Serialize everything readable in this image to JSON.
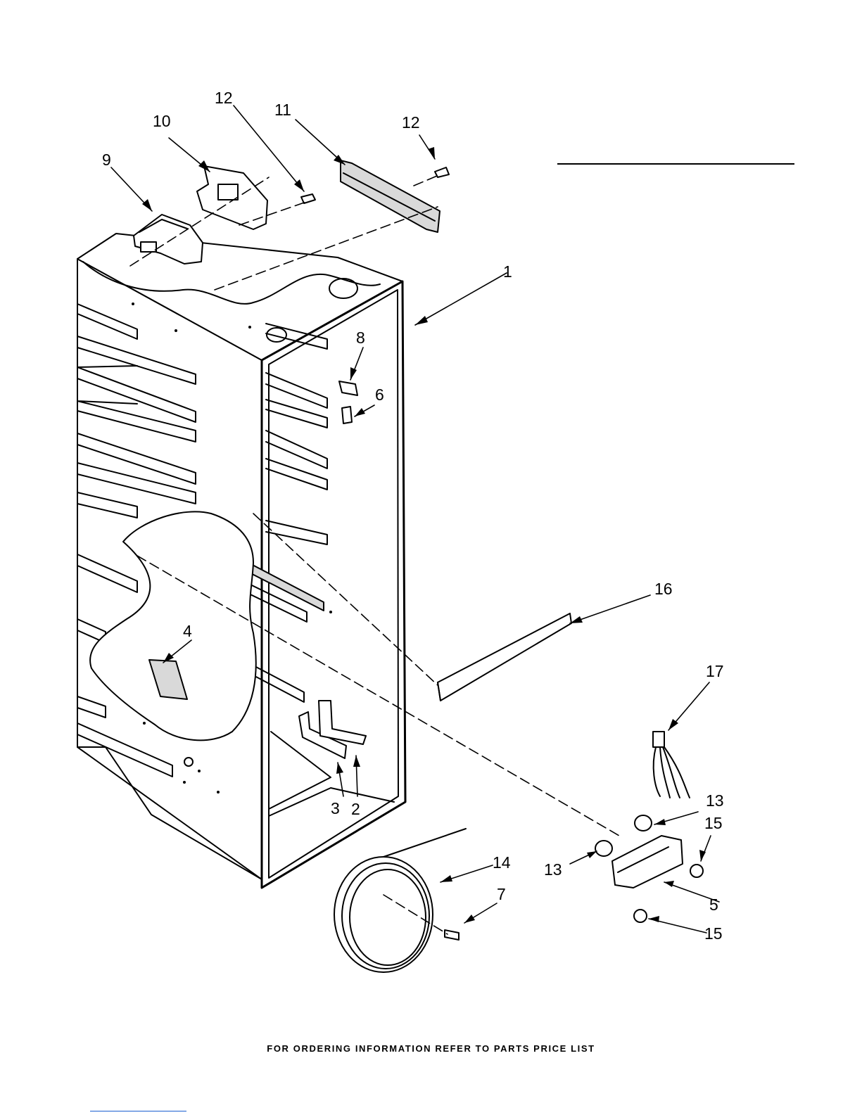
{
  "diagram": {
    "callouts": [
      "1",
      "2",
      "3",
      "4",
      "5",
      "6",
      "7",
      "8",
      "9",
      "10",
      "11",
      "12",
      "12",
      "13",
      "13",
      "14",
      "15",
      "15",
      "16",
      "17"
    ],
    "footer": "FOR ORDERING INFORMATION REFER TO PARTS PRICE LIST",
    "colors": {
      "ink": "#000000",
      "part_fill": "#ffffff",
      "shading": "#d9d9d9",
      "link": "#1a5fd0"
    }
  }
}
